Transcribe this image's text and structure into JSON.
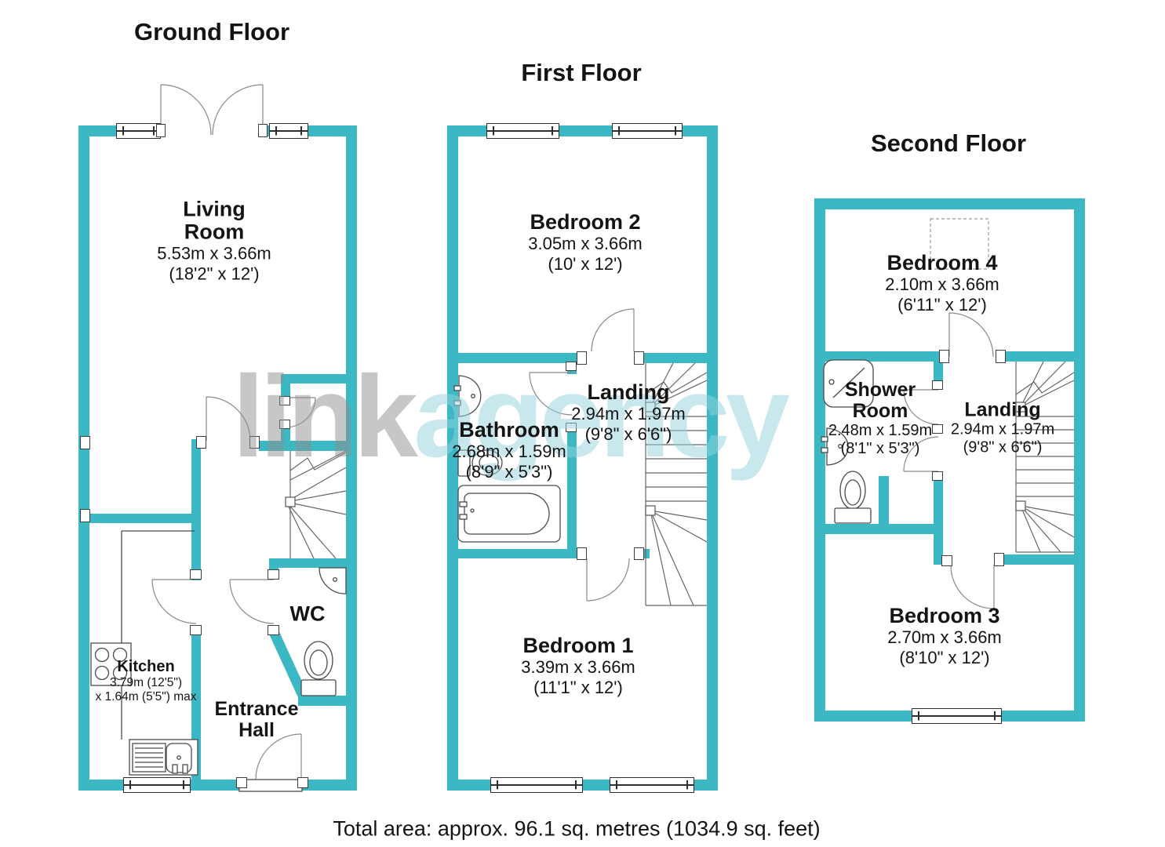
{
  "colors": {
    "wall": "#3cb8c4",
    "wm-grey": "#909090",
    "wm-teal": "#93d2dc"
  },
  "titles": {
    "ground": "Ground Floor",
    "first": "First Floor",
    "second": "Second Floor"
  },
  "footer": {
    "total_area": "Total area: approx. 96.1 sq. metres (1034.9 sq. feet)"
  },
  "watermark": {
    "part1": "link",
    "part2": "agency"
  },
  "rooms": {
    "living": {
      "name": "Living\nRoom",
      "metric": "5.53m x 3.66m",
      "imperial": "(18'2\" x 12')"
    },
    "kitchen": {
      "name": "Kitchen",
      "metric": "3.79m (12'5\")",
      "imperial": "x 1.64m (5'5\") max"
    },
    "wc": {
      "name": "WC"
    },
    "hall": {
      "name": "Entrance\nHall"
    },
    "bedroom2": {
      "name": "Bedroom 2",
      "metric": "3.05m x 3.66m",
      "imperial": "(10' x 12')"
    },
    "bathroom": {
      "name": "Bathroom",
      "metric": "2.68m x 1.59m",
      "imperial": "(8'9\" x 5'3\")"
    },
    "landing1": {
      "name": "Landing",
      "metric": "2.94m x 1.97m",
      "imperial": "(9'8\" x 6'6\")"
    },
    "bedroom1": {
      "name": "Bedroom 1",
      "metric": "3.39m x 3.66m",
      "imperial": "(11'1\" x 12')"
    },
    "bedroom4": {
      "name": "Bedroom 4",
      "metric": "2.10m x 3.66m",
      "imperial": "(6'11\" x 12')"
    },
    "shower": {
      "name": "Shower\nRoom",
      "metric": "2.48m x 1.59m",
      "imperial": "(8'1\" x 5'3\")"
    },
    "landing2": {
      "name": "Landing",
      "metric": "2.94m x 1.97m",
      "imperial": "(9'8\" x 6'6\")"
    },
    "bedroom3": {
      "name": "Bedroom 3",
      "metric": "2.70m x 3.66m",
      "imperial": "(8'10\" x 12')"
    }
  }
}
